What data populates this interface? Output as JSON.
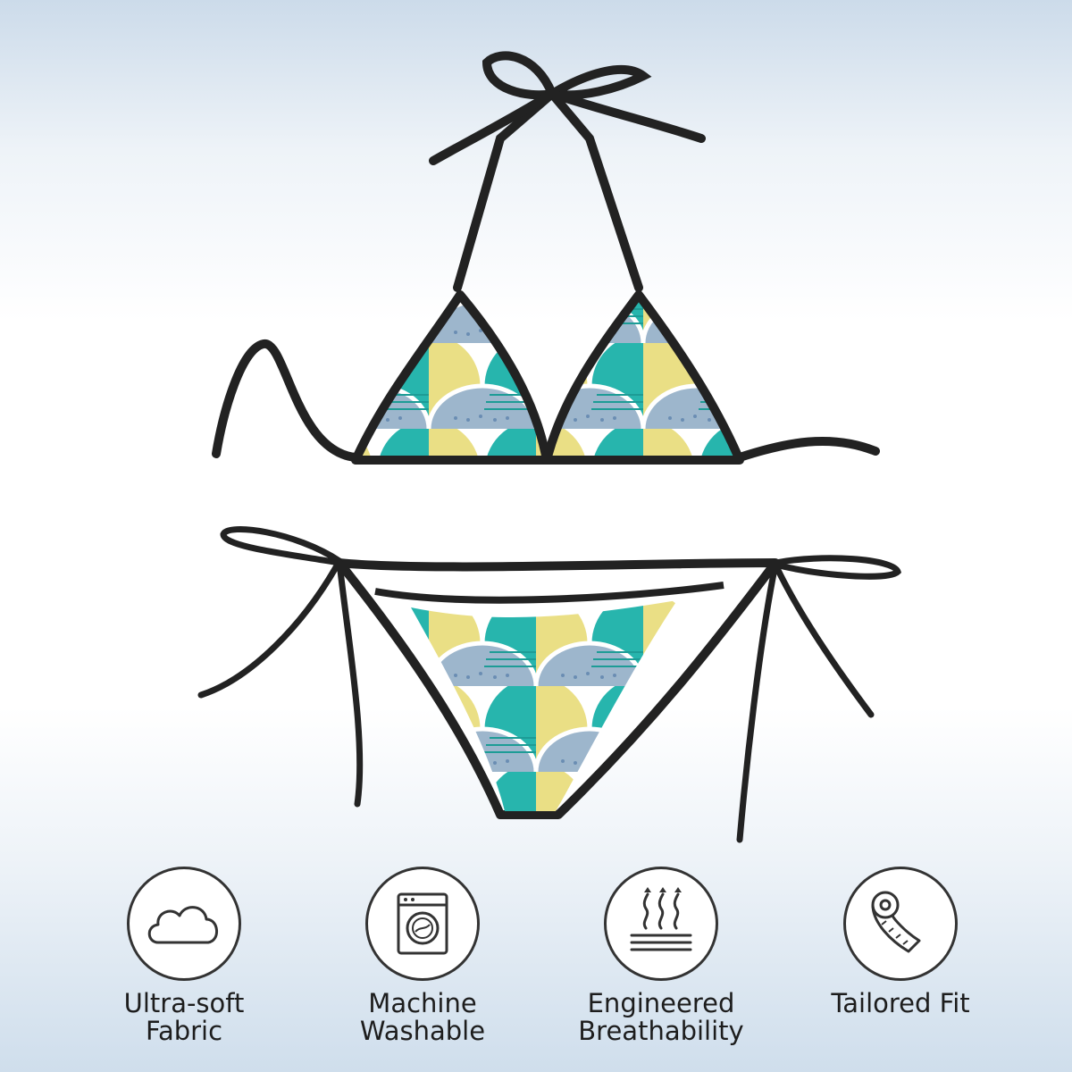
{
  "colors": {
    "trim": "#222222",
    "yellow": "#eadf85",
    "teal": "#27b5ad",
    "slate": "#9db6cc",
    "pale": "#d6e1ea",
    "royal": "#3d62b8",
    "pink": "#f3c6d2"
  },
  "features": [
    {
      "icon": "cloud-icon",
      "label": "Ultra-soft\nFabric"
    },
    {
      "icon": "washing-machine-icon",
      "label": "Machine\nWashable"
    },
    {
      "icon": "breathable-heat-waves-icon",
      "label": "Engineered\nBreathability"
    },
    {
      "icon": "measuring-tape-icon",
      "label": "Tailored Fit"
    }
  ]
}
